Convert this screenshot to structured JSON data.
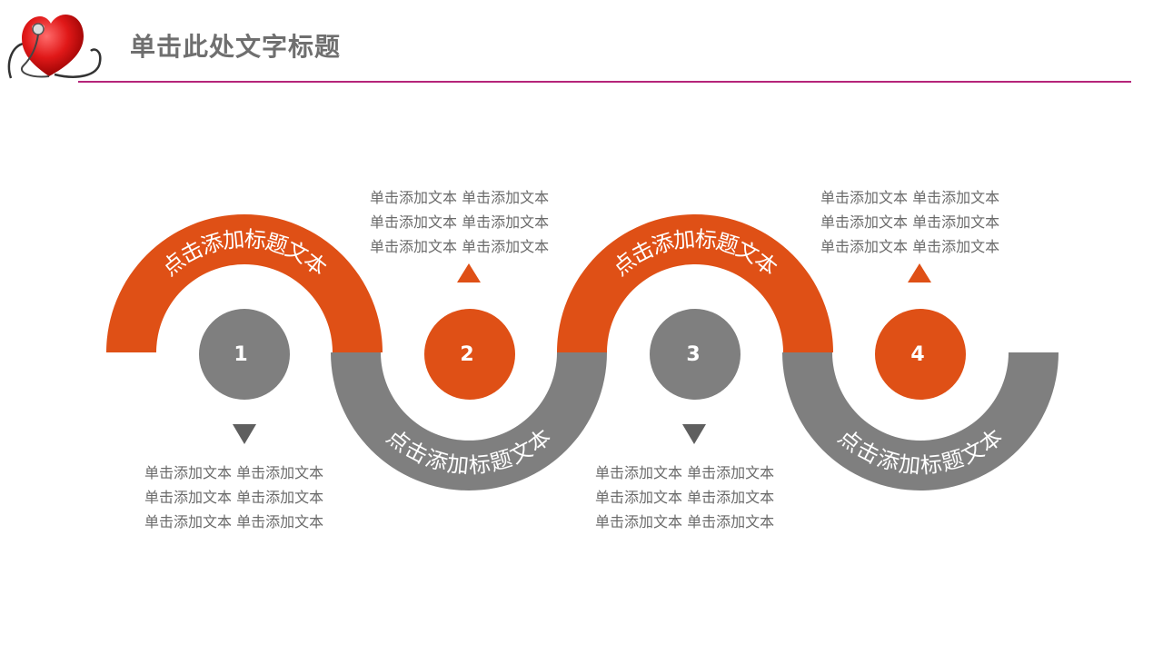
{
  "header": {
    "title": "单击此处文字标题",
    "logo_icon": "heart-stethoscope-icon"
  },
  "colors": {
    "orange": "#df5016",
    "gray": "#7f7f7f",
    "rule": "#b5247a",
    "text": "#6a6a6a"
  },
  "steps": [
    {
      "number": "1",
      "arc_title": "点击添加标题文本",
      "arc_color": "orange",
      "circle_color": "gray",
      "lines": [
        "单击添加文本 单击添加文本",
        "单击添加文本 单击添加文本",
        "单击添加文本 单击添加文本"
      ]
    },
    {
      "number": "2",
      "arc_title": "点击添加标题文本",
      "arc_color": "gray",
      "circle_color": "orange",
      "lines": [
        "单击添加文本 单击添加文本",
        "单击添加文本 单击添加文本",
        "单击添加文本 单击添加文本"
      ]
    },
    {
      "number": "3",
      "arc_title": "点击添加标题文本",
      "arc_color": "orange",
      "circle_color": "gray",
      "lines": [
        "单击添加文本 单击添加文本",
        "单击添加文本 单击添加文本",
        "单击添加文本 单击添加文本"
      ]
    },
    {
      "number": "4",
      "arc_title": "点击添加标题文本",
      "arc_color": "gray",
      "circle_color": "orange",
      "lines": [
        "单击添加文本 单击添加文本",
        "单击添加文本 单击添加文本",
        "单击添加文本 单击添加文本"
      ]
    }
  ]
}
